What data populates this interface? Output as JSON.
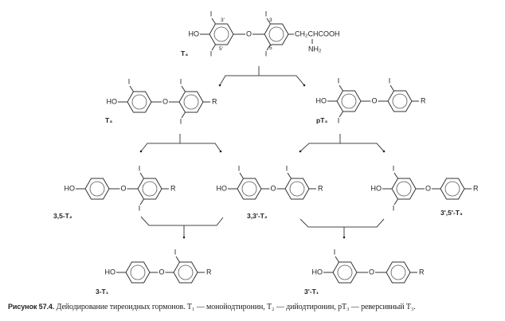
{
  "atoms": {
    "hydroxyl": "HO",
    "ether_oxygen": "O",
    "iodine": "I",
    "radical": "R",
    "side_chain": "CH₂CHCOOH",
    "amino": "NH₂"
  },
  "position_numbers": {
    "p3prime": "3'",
    "p5prime": "5'",
    "p3": "3",
    "p5": "5"
  },
  "molecules": [
    {
      "id": "T4",
      "label": "T₄",
      "ring1_iodines": [
        "top",
        "bottom"
      ],
      "ring2_iodines": [
        "top",
        "bottom"
      ],
      "substituent": "side_chain"
    },
    {
      "id": "T3",
      "label": "T₃",
      "ring1_iodines": [
        "top"
      ],
      "ring2_iodines": [
        "top",
        "bottom"
      ],
      "substituent": "R"
    },
    {
      "id": "rT3",
      "label": "pT₃",
      "ring1_iodines": [
        "top",
        "bottom"
      ],
      "ring2_iodines": [
        "top"
      ],
      "substituent": "R"
    },
    {
      "id": "T2_35",
      "label": "3,5-T₂",
      "ring1_iodines": [],
      "ring2_iodines": [
        "top",
        "bottom"
      ],
      "substituent": "R"
    },
    {
      "id": "T2_33",
      "label": "3,3'-T₂",
      "ring1_iodines": [
        "top"
      ],
      "ring2_iodines": [
        "top"
      ],
      "substituent": "R"
    },
    {
      "id": "T2_3535",
      "label": "3',5'-T₃",
      "ring1_iodines": [
        "top",
        "bottom"
      ],
      "ring2_iodines": [],
      "substituent": "R"
    },
    {
      "id": "T1_3",
      "label": "3-T₁",
      "ring1_iodines": [],
      "ring2_iodines": [
        "top"
      ],
      "substituent": "R"
    },
    {
      "id": "T1_3p",
      "label": "3'-T₁",
      "ring1_iodines": [
        "top"
      ],
      "ring2_iodines": [],
      "substituent": "R"
    }
  ],
  "caption": {
    "figure": "Рисунок 57.4.",
    "text": " Дейодирование тиреоидных гормонов. T₁ — монойодтиронин, T₂ — дийодтиронин, pT₃ — реверсивный T₃."
  }
}
